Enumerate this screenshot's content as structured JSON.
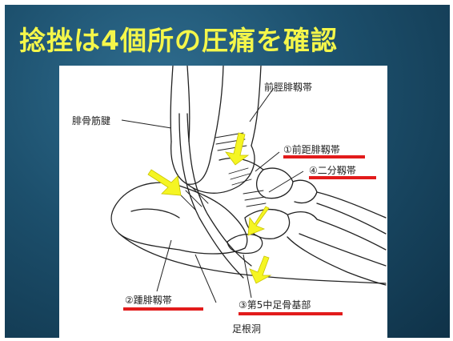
{
  "slide": {
    "title": "捻挫は4個所の圧痛を確認",
    "colors": {
      "title": "#f4f64a",
      "background": "#1c4f6c",
      "arrow": "#f5f523",
      "underline": "#e21b1b"
    }
  },
  "diagram": {
    "labels": {
      "anterior_tibiofibular": "前脛腓靱帯",
      "peroneal_tendon": "腓骨筋腱",
      "atfl": "①前距腓靱帯",
      "bifurcate": "④二分靱帯",
      "calcaneofibular": "②踵腓靱帯",
      "fifth_metatarsal": "③第5中足骨基部",
      "sinus_tarsi": "足根洞"
    }
  }
}
